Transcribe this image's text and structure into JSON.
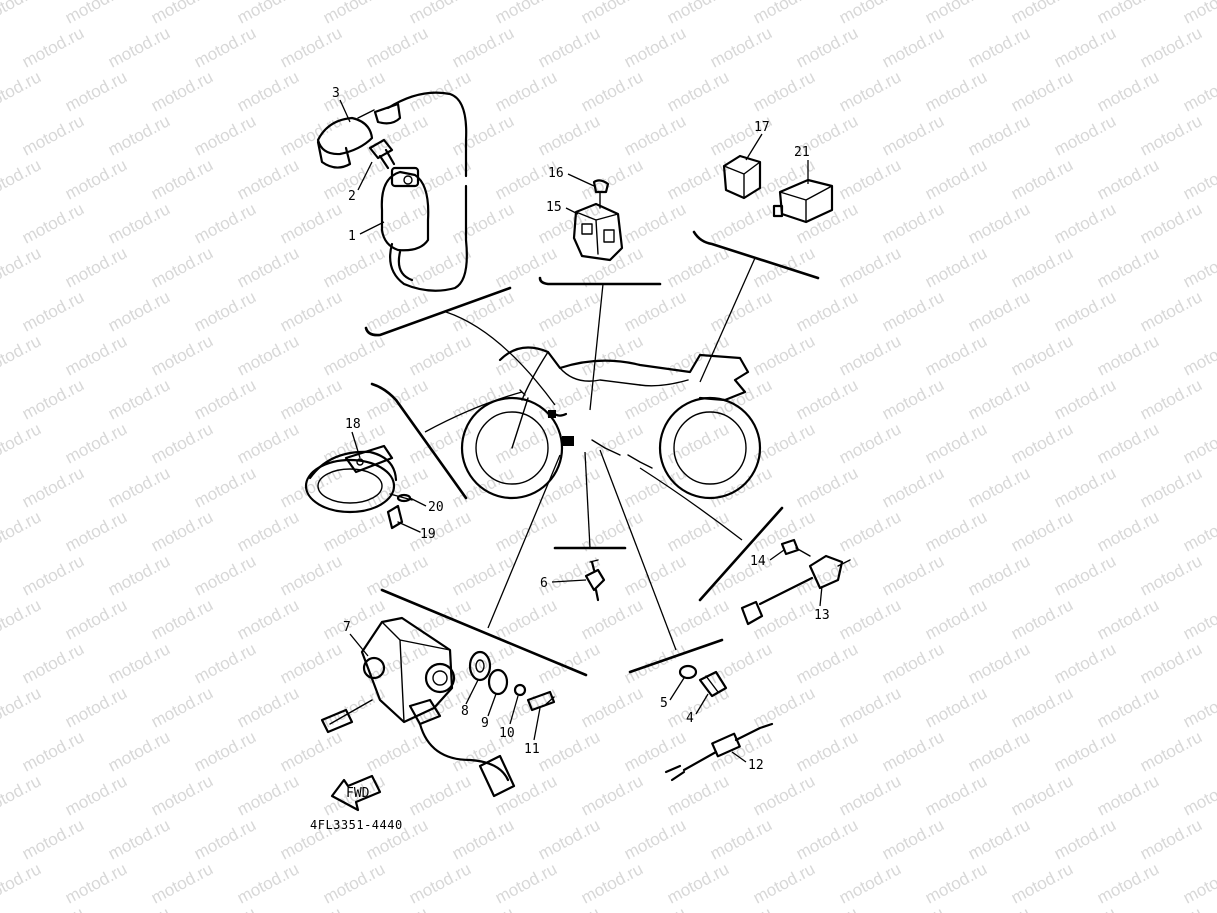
{
  "watermark": "motod.ru",
  "diagram_code": "4FL3351-4440",
  "fwd_label": "FWD",
  "part_numbers": {
    "p1": "1",
    "p2": "2",
    "p3": "3",
    "p4": "4",
    "p5": "5",
    "p6": "6",
    "p7": "7",
    "p8": "8",
    "p9": "9",
    "p10": "10",
    "p11": "11",
    "p12": "12",
    "p13": "13",
    "p14": "14",
    "p15": "15",
    "p16": "16",
    "p17": "17",
    "p18": "18",
    "p19": "19",
    "p20": "20",
    "p21": "21"
  }
}
